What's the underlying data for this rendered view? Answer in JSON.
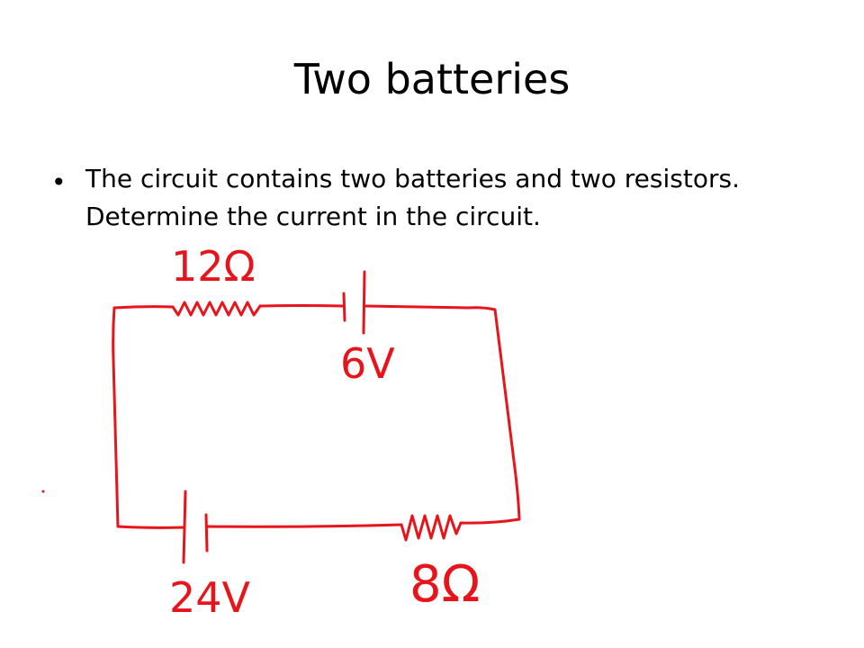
{
  "slide": {
    "title": "Two batteries",
    "bullet": "The circuit contains two batteries and two resistors.  Determine the current in the circuit."
  },
  "circuit": {
    "ink_color": "#e8141c",
    "labels": {
      "top_resistor": "12Ω",
      "top_battery": "6V",
      "bottom_battery": "24V",
      "bottom_resistor": "8Ω"
    }
  }
}
